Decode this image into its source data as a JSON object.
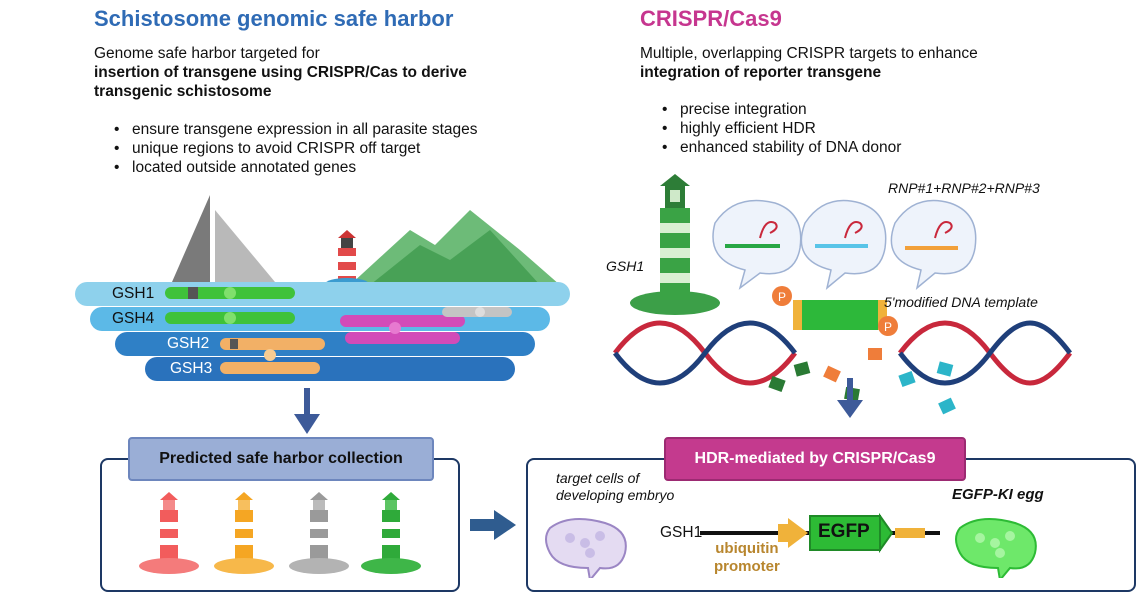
{
  "left": {
    "title": "Schistosome genomic safe harbor",
    "desc_line1": "Genome safe harbor targeted for",
    "desc_line2": "insertion of transgene using CRISPR/Cas to derive",
    "desc_line3": "transgenic schistosome",
    "bullets": [
      "ensure transgene expression in all parasite stages",
      "unique regions to avoid CRISPR off target",
      "located outside annotated genes"
    ],
    "gsh_labels": [
      "GSH1",
      "GSH4",
      "GSH2",
      "GSH3"
    ],
    "collection_label": "Predicted safe harbor collection"
  },
  "right": {
    "title": "CRISPR/Cas9",
    "desc_line1": "Multiple, overlapping  CRISPR targets to enhance",
    "desc_line2": "integration of reporter transgene",
    "bullets": [
      "precise integration",
      "highly efficient HDR",
      "enhanced stability of DNA donor"
    ],
    "rnp_label": "RNP#1+RNP#2+RNP#3",
    "gsh1_label": "GSH1",
    "template_label": "5'modified DNA template",
    "phosphate_label": "P",
    "hdr_label": "HDR-mediated by CRISPR/Cas9",
    "target_cells_line1": "target cells of",
    "target_cells_line2": "developing embryo",
    "construct_gsh1": "GSH1",
    "egfp": "EGFP",
    "promoter_line1": "ubiquitin",
    "promoter_line2": "promoter",
    "egfp_egg": "EGFP-KI egg"
  },
  "colors": {
    "blue_title": "#2f6bb5",
    "pink_title": "#c6368f",
    "green_chromosome": "#3fc23a",
    "pink_chromosome": "#d24bb8",
    "orange_chromosome": "#f2b066",
    "gray_chromosome": "#bdbdbd",
    "egfp_green": "#2dbb35",
    "promoter_orange": "#f0b23a",
    "dna_red": "#c8283c",
    "dna_blue": "#1f3f7a"
  }
}
